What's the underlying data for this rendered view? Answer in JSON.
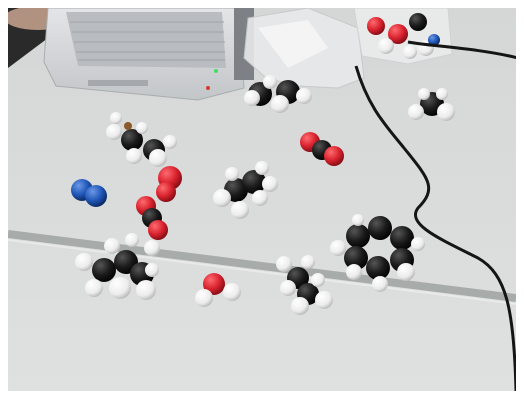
{
  "scene": {
    "colors": {
      "table": "#d9dcdb",
      "table_shadow": "#b9bdbc",
      "laptop": "#cfd2d4",
      "carbon": "#1a1a1a",
      "hydrogen": "#f4f4f4",
      "oxygen": "#d8222e",
      "nitrogen": "#1f56b8",
      "cable": "#151515",
      "bag": "#e8e9ea"
    },
    "molecules": [
      {
        "name": "methane-top",
        "kind": "methane"
      },
      {
        "name": "ethane-left",
        "kind": "ethane"
      },
      {
        "name": "co2-red-1",
        "kind": "co2"
      },
      {
        "name": "ethane-center",
        "kind": "ethane"
      },
      {
        "name": "co-red-2",
        "kind": "co2"
      },
      {
        "name": "nitrogen-blue",
        "kind": "n2"
      },
      {
        "name": "propane-left",
        "kind": "propane"
      },
      {
        "name": "water",
        "kind": "water"
      },
      {
        "name": "ethane-bottom",
        "kind": "ethane"
      },
      {
        "name": "benzene",
        "kind": "benzene"
      },
      {
        "name": "methane-right",
        "kind": "methane"
      }
    ]
  }
}
